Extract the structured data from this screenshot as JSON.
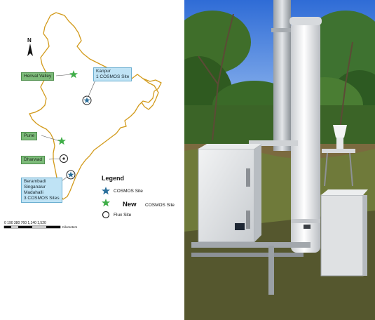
{
  "map": {
    "north_label": "N",
    "sites": {
      "henval_valley": "Henval Valley",
      "kanpur": "Kanpur\n1 COSMOS Site",
      "pune": "Pune",
      "dharwad": "Dharwad",
      "berambadi": "Berambadi\nSinganalur\nMadahalli\n3 COSMOS Sites"
    },
    "legend": {
      "title": "Legend",
      "cosmos_site": "COSMOS Site",
      "new_label": "New",
      "new_cosmos_site": "COSMOS Site",
      "flux_site": "Flux Site"
    },
    "scale": {
      "ticks": "0  190 380      760        1,140       1,520",
      "unit": "Kilometers"
    }
  },
  "colors": {
    "border": "#d29a1a",
    "green_star": "#3fae48",
    "blue_star": "#2a6f9b",
    "label_green": "#7dbb7a",
    "label_blue": "#bfe3f5"
  }
}
